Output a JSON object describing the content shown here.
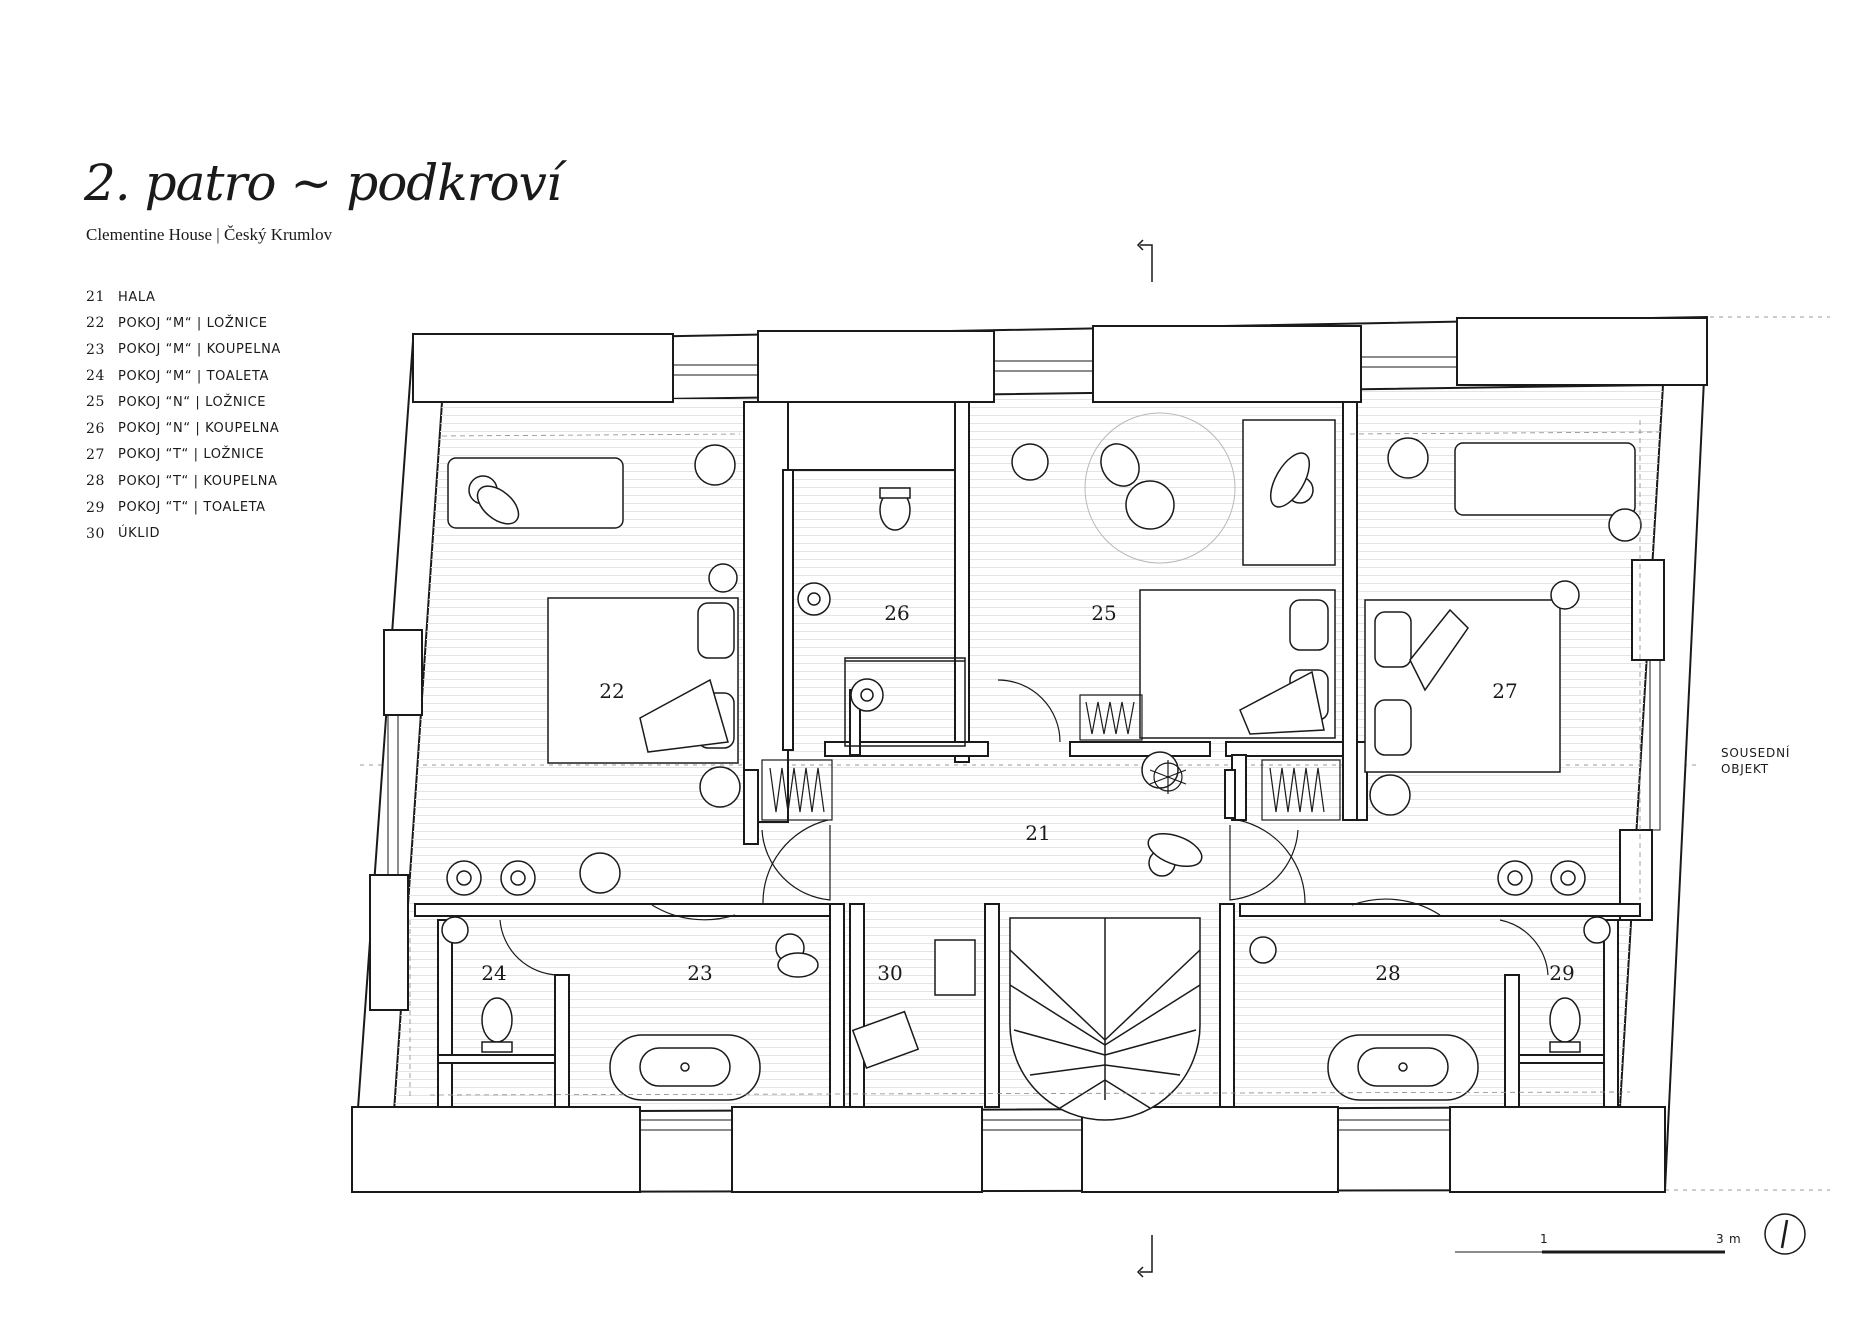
{
  "title": "2. patro ~ podkroví",
  "subtitle": "Clementine House | Český Krumlov",
  "legend": [
    {
      "num": "21",
      "label": "HALA"
    },
    {
      "num": "22",
      "label": "POKOJ “M“ | LOŽNICE"
    },
    {
      "num": "23",
      "label": "POKOJ “M“ | KOUPELNA"
    },
    {
      "num": "24",
      "label": "POKOJ “M“ | TOALETA"
    },
    {
      "num": "25",
      "label": "POKOJ “N“ | LOŽNICE"
    },
    {
      "num": "26",
      "label": "POKOJ “N“ | KOUPELNA"
    },
    {
      "num": "27",
      "label": "POKOJ “T“ | LOŽNICE"
    },
    {
      "num": "28",
      "label": "POKOJ “T“ | KOUPELNA"
    },
    {
      "num": "29",
      "label": "POKOJ “T“ | TOALETA"
    },
    {
      "num": "30",
      "label": "ÚKLID"
    }
  ],
  "rooms": {
    "r21": "21",
    "r22": "22",
    "r23": "23",
    "r24": "24",
    "r25": "25",
    "r26": "26",
    "r27": "27",
    "r28": "28",
    "r29": "29",
    "r30": "30"
  },
  "annotations": {
    "neighbor_line1": "SOUSEDNÍ",
    "neighbor_line2": "OBJEKT"
  },
  "scale_bar": {
    "mark_1": "1",
    "mark_3": "3 m"
  }
}
